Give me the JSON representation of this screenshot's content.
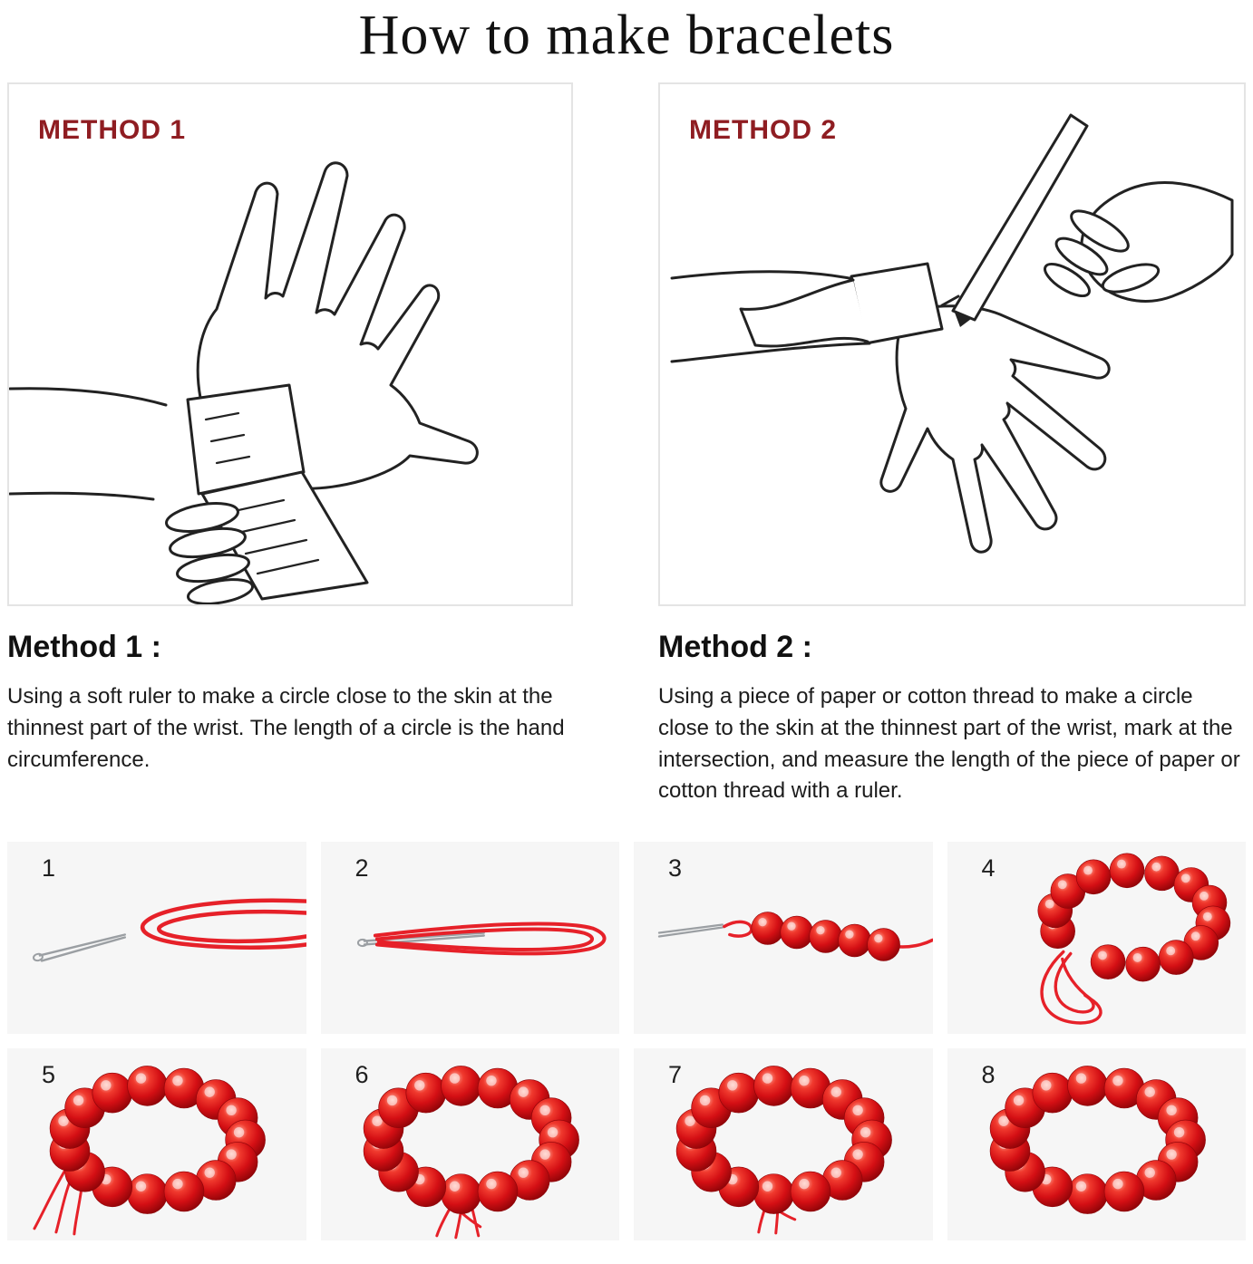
{
  "title": "How to make bracelets",
  "method1": {
    "badge": "METHOD 1",
    "heading": "Method 1 :",
    "description": "Using a soft ruler to make a circle close to the skin at the thinnest part of the wrist. The length of a circle is the hand circumference."
  },
  "method2": {
    "badge": "METHOD 2",
    "heading": "Method 2 :",
    "description": "Using a piece of paper or cotton thread to make a circle close to the skin at the thinnest part of the wrist, mark at the intersection, and measure the length of the piece of paper or cotton thread with a ruler."
  },
  "steps": [
    "1",
    "2",
    "3",
    "4",
    "5",
    "6",
    "7",
    "8"
  ],
  "colors": {
    "accent_red": "#8f1d22",
    "bead_red": "#d40f14",
    "cord_red": "#e62129"
  }
}
